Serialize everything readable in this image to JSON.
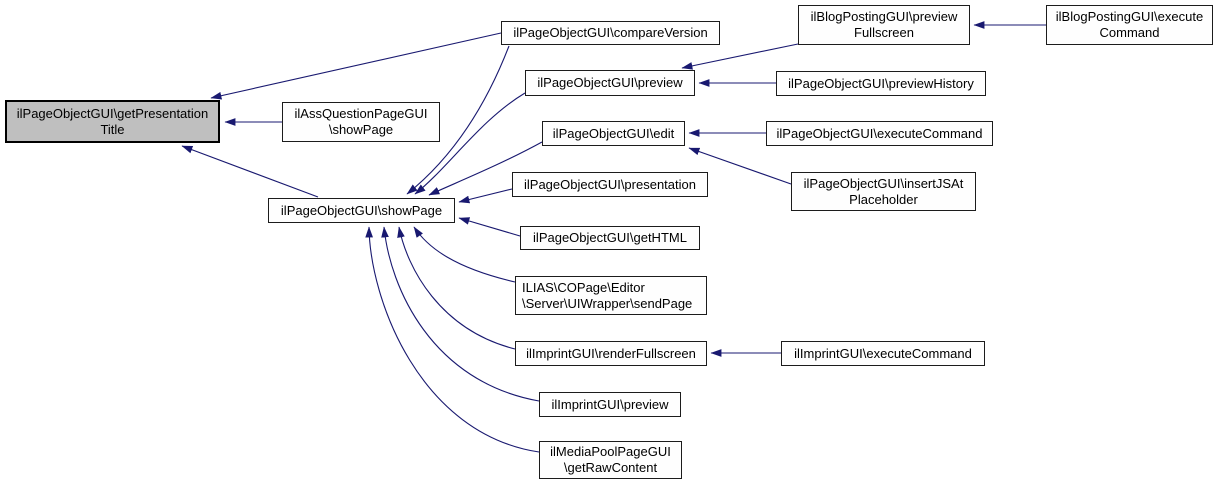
{
  "diagram": {
    "type": "doxygen-caller-graph",
    "highlighted_node": "ilPageObjectGUI\\getPresentationTitle",
    "colors": {
      "background": "#ffffff",
      "edge": "#191970",
      "node_fill": "#fefefe",
      "node_border": "#1c1c1c",
      "highlight_fill": "#bfbfbf"
    },
    "nodes": [
      {
        "id": "get-presentation-title",
        "label": "ilPageObjectGUI\\getPresentation\nTitle",
        "highlighted": true
      },
      {
        "id": "ass-question-show-page",
        "label": "ilAssQuestionPageGUI\n\\showPage",
        "highlighted": false
      },
      {
        "id": "show-page",
        "label": "ilPageObjectGUI\\showPage",
        "highlighted": false
      },
      {
        "id": "compare-version",
        "label": "ilPageObjectGUI\\compareVersion",
        "highlighted": false
      },
      {
        "id": "preview",
        "label": "ilPageObjectGUI\\preview",
        "highlighted": false
      },
      {
        "id": "preview-fullscreen",
        "label": "ilBlogPostingGUI\\preview\nFullscreen",
        "highlighted": false
      },
      {
        "id": "blog-execute-command",
        "label": "ilBlogPostingGUI\\execute\nCommand",
        "highlighted": false
      },
      {
        "id": "preview-history",
        "label": "ilPageObjectGUI\\previewHistory",
        "highlighted": false
      },
      {
        "id": "edit",
        "label": "ilPageObjectGUI\\edit",
        "highlighted": false
      },
      {
        "id": "execute-command",
        "label": "ilPageObjectGUI\\executeCommand",
        "highlighted": false
      },
      {
        "id": "presentation",
        "label": "ilPageObjectGUI\\presentation",
        "highlighted": false
      },
      {
        "id": "insert-js-at-placeholder",
        "label": "ilPageObjectGUI\\insertJSAt\nPlaceholder",
        "highlighted": false
      },
      {
        "id": "get-html",
        "label": "ilPageObjectGUI\\getHTML",
        "highlighted": false
      },
      {
        "id": "send-page",
        "label": "ILIAS\\COPage\\Editor\n\\Server\\UIWrapper\\sendPage",
        "highlighted": false
      },
      {
        "id": "render-fullscreen",
        "label": "ilImprintGUI\\renderFullscreen",
        "highlighted": false
      },
      {
        "id": "imprint-execute-command",
        "label": "ilImprintGUI\\executeCommand",
        "highlighted": false
      },
      {
        "id": "imprint-preview",
        "label": "ilImprintGUI\\preview",
        "highlighted": false
      },
      {
        "id": "get-raw-content",
        "label": "ilMediaPoolPageGUI\n\\getRawContent",
        "highlighted": false
      }
    ],
    "edges": [
      {
        "from": "compare-version",
        "to": "get-presentation-title"
      },
      {
        "from": "ass-question-show-page",
        "to": "get-presentation-title"
      },
      {
        "from": "show-page",
        "to": "get-presentation-title"
      },
      {
        "from": "compare-version",
        "to": "show-page"
      },
      {
        "from": "preview",
        "to": "show-page"
      },
      {
        "from": "edit",
        "to": "show-page"
      },
      {
        "from": "presentation",
        "to": "show-page"
      },
      {
        "from": "get-html",
        "to": "show-page"
      },
      {
        "from": "send-page",
        "to": "show-page"
      },
      {
        "from": "render-fullscreen",
        "to": "show-page"
      },
      {
        "from": "imprint-preview",
        "to": "show-page"
      },
      {
        "from": "get-raw-content",
        "to": "show-page"
      },
      {
        "from": "preview-fullscreen",
        "to": "preview"
      },
      {
        "from": "preview-history",
        "to": "preview"
      },
      {
        "from": "blog-execute-command",
        "to": "preview-fullscreen"
      },
      {
        "from": "execute-command",
        "to": "edit"
      },
      {
        "from": "insert-js-at-placeholder",
        "to": "edit"
      },
      {
        "from": "imprint-execute-command",
        "to": "render-fullscreen"
      }
    ]
  }
}
